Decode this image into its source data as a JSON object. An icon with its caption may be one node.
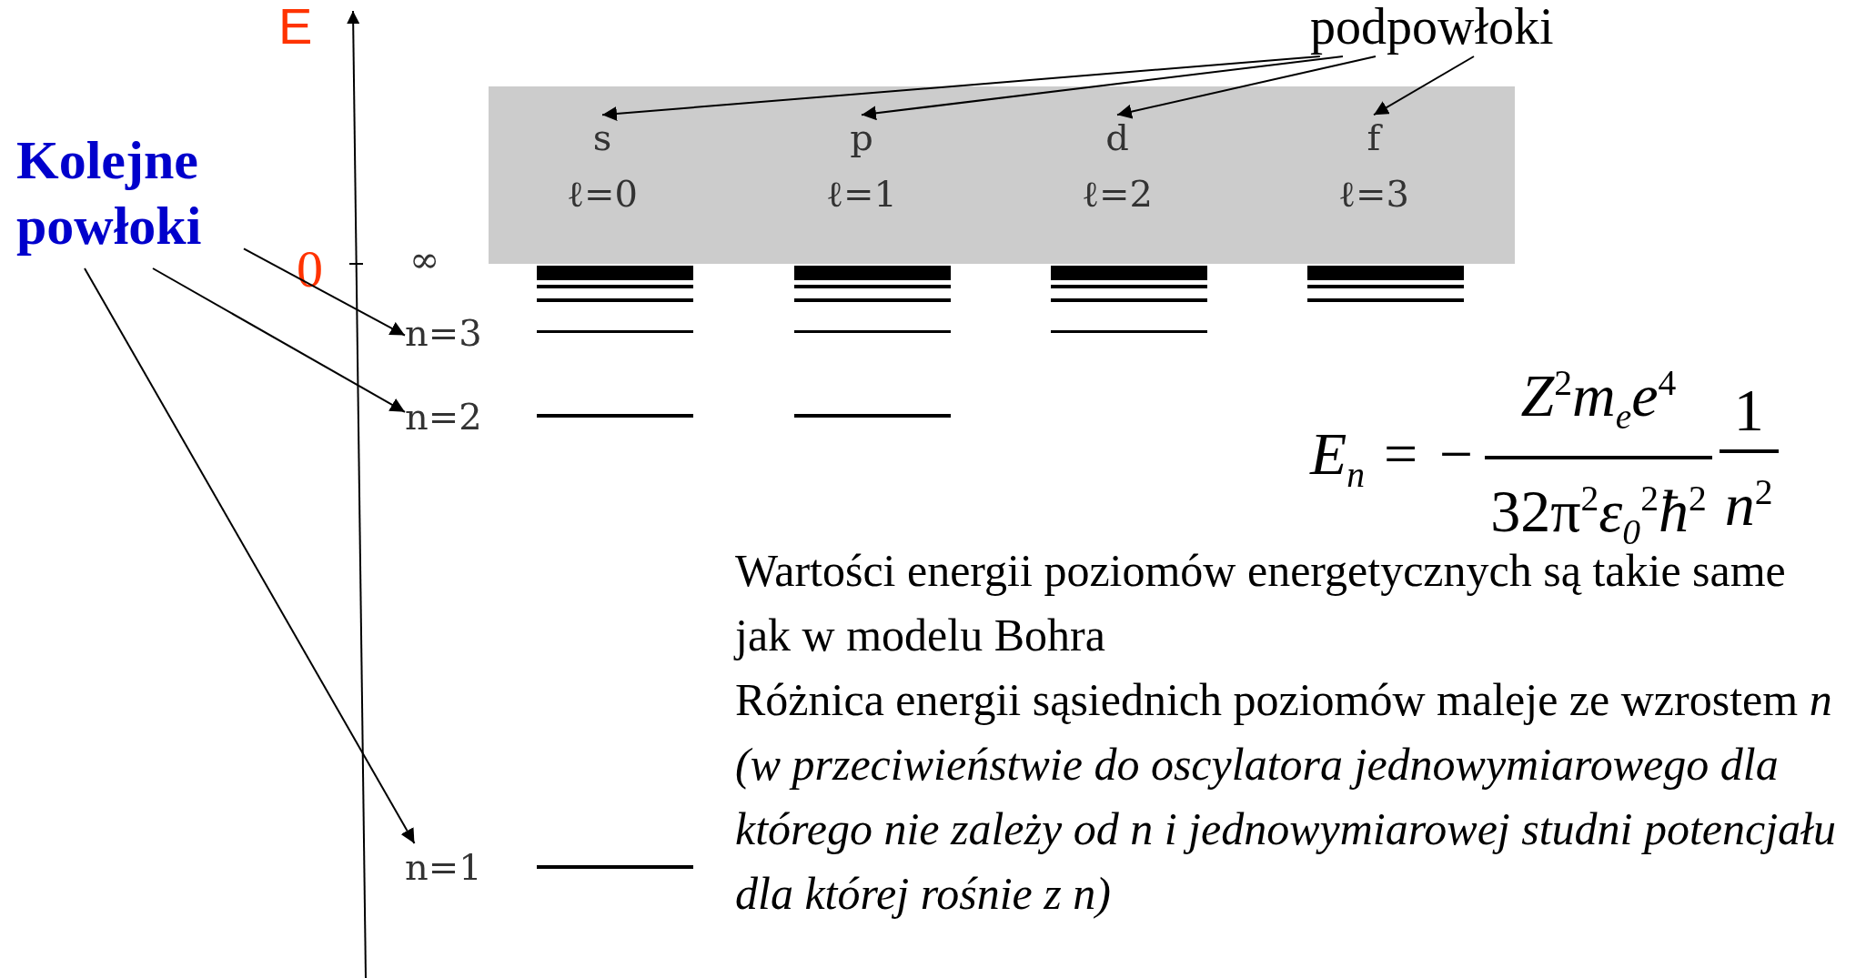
{
  "diagram": {
    "nodes": [
      {
        "text": [
          "Kolejne powłoki"
        ]
      },
      {
        "text": [
          "podpowłoki"
        ]
      },
      {
        "text": [],
        "shape": "box"
      },
      {
        "text": [
          "s",
          "ℓ=0"
        ],
        "in": 2
      },
      {
        "text": [
          "p",
          "ℓ=1"
        ],
        "in": 2
      },
      {
        "text": [
          "d",
          "ℓ=2"
        ],
        "in": 2
      },
      {
        "text": [
          "f",
          "ℓ=3"
        ],
        "in": 2
      },
      {
        "text": [
          "n=3"
        ]
      },
      {
        "text": [
          "n=2"
        ]
      },
      {
        "text": [
          "n=1"
        ]
      }
    ],
    "edges": [
      {
        "from": 0,
        "to": 7,
        "arrow": "to"
      },
      {
        "from": 0,
        "to": 8,
        "arrow": "to"
      },
      {
        "from": 0,
        "to": 9,
        "arrow": "to"
      },
      {
        "from": 1,
        "to": 3,
        "arrow": "to"
      },
      {
        "from": 1,
        "to": 4,
        "arrow": "to"
      },
      {
        "from": 1,
        "to": 5,
        "arrow": "to"
      },
      {
        "from": 1,
        "to": 6,
        "arrow": "to"
      }
    ],
    "labels": [
      "E",
      "0",
      "∞",
      "*E*$_{n}$ = −",
      "*Z*$^{2}$*m*$_{e}$*e*$^{4}$",
      "32π$^{2}$*ε*$_{0}$$^{2}$*ħ*$^{2}$",
      "1",
      "*n*$^{2}$",
      "Wartości energii poziomów energetycznych są takie same jak w modelu Bohra",
      "Różnica energii sąsiednich poziomów maleje ze wzrostem *n (w przeciwieństwie do oscylatora jednowymiarowego dla którego nie zależy od n i jednowymiarowej studni potencjału dla której rośnie z n)*"
    ]
  }
}
